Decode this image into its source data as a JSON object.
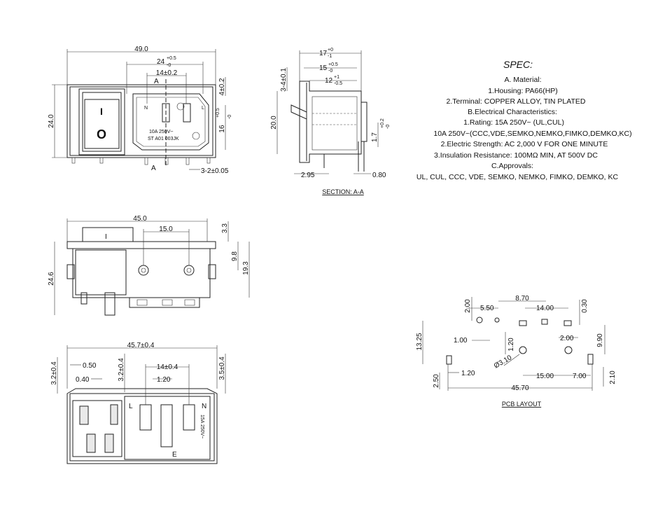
{
  "front_view": {
    "dims": {
      "overall_width": "49.0",
      "pin_span_nom": "24",
      "pin_span_tol_up": "+0.5",
      "pin_span_tol_dn": "-0",
      "center_span": "14±0.2",
      "height": "24.0",
      "top_offset": "4±0.2",
      "inlet_height_nom": "16",
      "inlet_height_tol_up": "+0.5",
      "inlet_height_tol_dn": "-0",
      "pin_width": "3-2±0.05"
    },
    "section_marks": [
      "A",
      "A"
    ],
    "pin_labels": [
      "N",
      "L"
    ],
    "switch_marks": [
      "I",
      "O"
    ],
    "marking_rating": "10A 250V~",
    "marking_model": "ST A01  003JK"
  },
  "section_view": {
    "dims": {
      "depth_total_nom": "17",
      "depth_total_tol_up": "+0",
      "depth_total_tol_dn": "-1",
      "depth_mid_nom": "15",
      "depth_mid_tol_up": "+0.5",
      "depth_mid_tol_dn": "-0",
      "depth_inner_nom": "12",
      "depth_inner_tol_up": "+1",
      "depth_inner_tol_dn": "-0.5",
      "flange": "3-4±0.1",
      "height": "20.0",
      "pin_length_nom": "1.7",
      "pin_length_tol_up": "+0.2",
      "pin_length_tol_dn": "-0",
      "front_thickness": "2.95",
      "pin_thickness": "0.80"
    },
    "caption": "SECTION: A-A"
  },
  "side_view": {
    "dims": {
      "width": "45.0",
      "pin_pitch": "15.0",
      "top": "3.3",
      "mid": "9.8",
      "lower": "19.3",
      "height": "24.6"
    },
    "switch_mark": "I"
  },
  "bottom_view": {
    "dims": {
      "width": "45.7±0.4",
      "left_offset": "3.2±0.4",
      "mid_offset": "3.2±0.4",
      "pin_gap": "0.50",
      "pin_gap2": "0.40",
      "center_span": "14±0.4",
      "pin_space": "1.20",
      "right_offset": "3.5±0.4"
    },
    "pin_labels": [
      "L",
      "E",
      "N"
    ],
    "marking_rating": "15A 250V~"
  },
  "spec": {
    "title": "SPEC:",
    "lines": [
      "A. Material:",
      "1.Housing: PA66(HP)",
      "2.Terminal: COPPER ALLOY, TIN PLATED",
      "B.Electrical Characteristics:",
      "1.Rating:  15A 250V~ (UL,CUL)",
      "10A 250V~(CCC,VDE,SEMKO,NEMKO,FIMKO,DEMKO,KC)",
      "2.Electric Strength: AC 2,000 V FOR ONE MINUTE",
      "3.Insulation Resistance: 100MΩ MIN, AT 500V DC",
      "C.Approvals:",
      "UL, CUL, CCC, VDE, SEMKO, NEMKO, FIMKO, DEMKO, KC"
    ]
  },
  "pcb_layout": {
    "dims": {
      "pad_w": "2.00",
      "pitch_a": "5.50",
      "pitch_b": "8.70",
      "pitch_c": "14.00",
      "pad_h": "0.30",
      "small_1": "1.00",
      "small_2": "1.20",
      "small_3": "2.00",
      "right_v": "9.90",
      "left_v": "13.25",
      "hole_dia": "Ø3.10",
      "left_pad": "2.50",
      "left_pad_gap": "1.20",
      "center_pitch": "15.00",
      "right_pitch": "7.00",
      "right_pad": "2.10",
      "overall": "45.70"
    },
    "caption": "PCB LAYOUT"
  }
}
